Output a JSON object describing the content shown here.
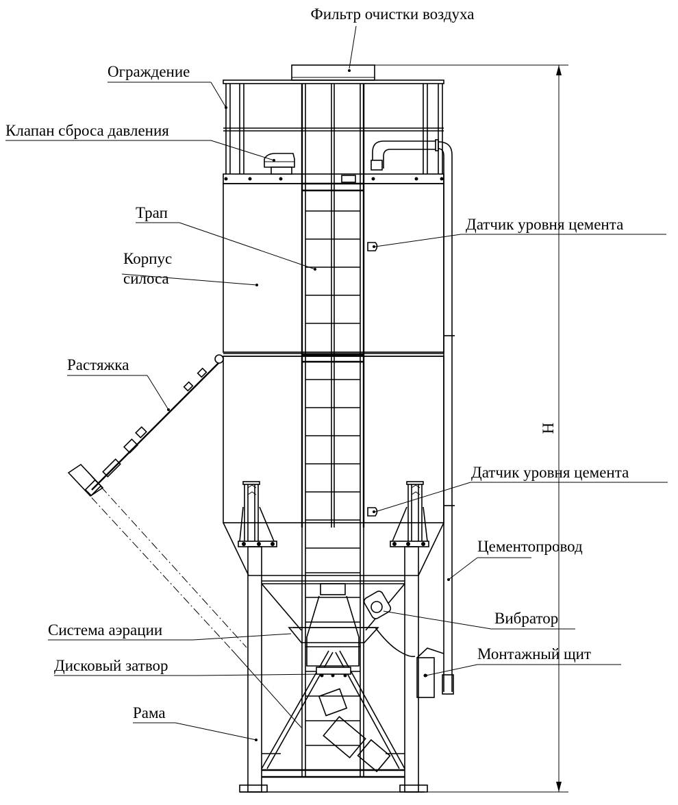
{
  "labels": {
    "filter": "Фильтр очистки воздуха",
    "fence": "Ограждение",
    "relief_valve": "Клапан сброса давления",
    "ladder": "Трап",
    "body_line1": "Корпус",
    "body_line2": "силоса",
    "level_sensor_top": "Датчик уровня цемента",
    "guy_wire": "Растяжка",
    "level_sensor_bottom": "Датчик уровня цемента",
    "cement_pipe": "Цементопровод",
    "vibrator": "Вибратор",
    "aeration": "Система аэрации",
    "control_panel": "Монтажный щит",
    "disc_valve": "Дисковый затвор",
    "frame": "Рама",
    "height_dim": "H"
  }
}
